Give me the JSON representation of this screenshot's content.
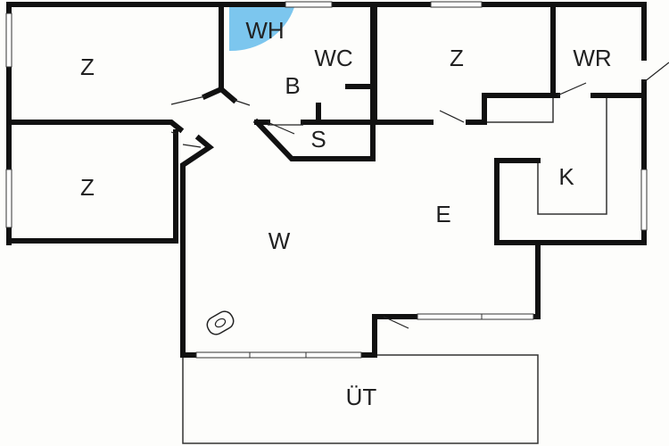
{
  "rooms": {
    "z1": "Z",
    "z2": "Z",
    "z3": "Z",
    "wh": "WH",
    "wc": "WC",
    "b": "B",
    "s": "S",
    "wr": "WR",
    "k": "K",
    "e": "E",
    "w": "W",
    "ut": "ÜT"
  },
  "colors": {
    "wall": "#111111",
    "water_heater": "#7cc6ee"
  },
  "icons": {
    "stove": "stove-icon"
  }
}
